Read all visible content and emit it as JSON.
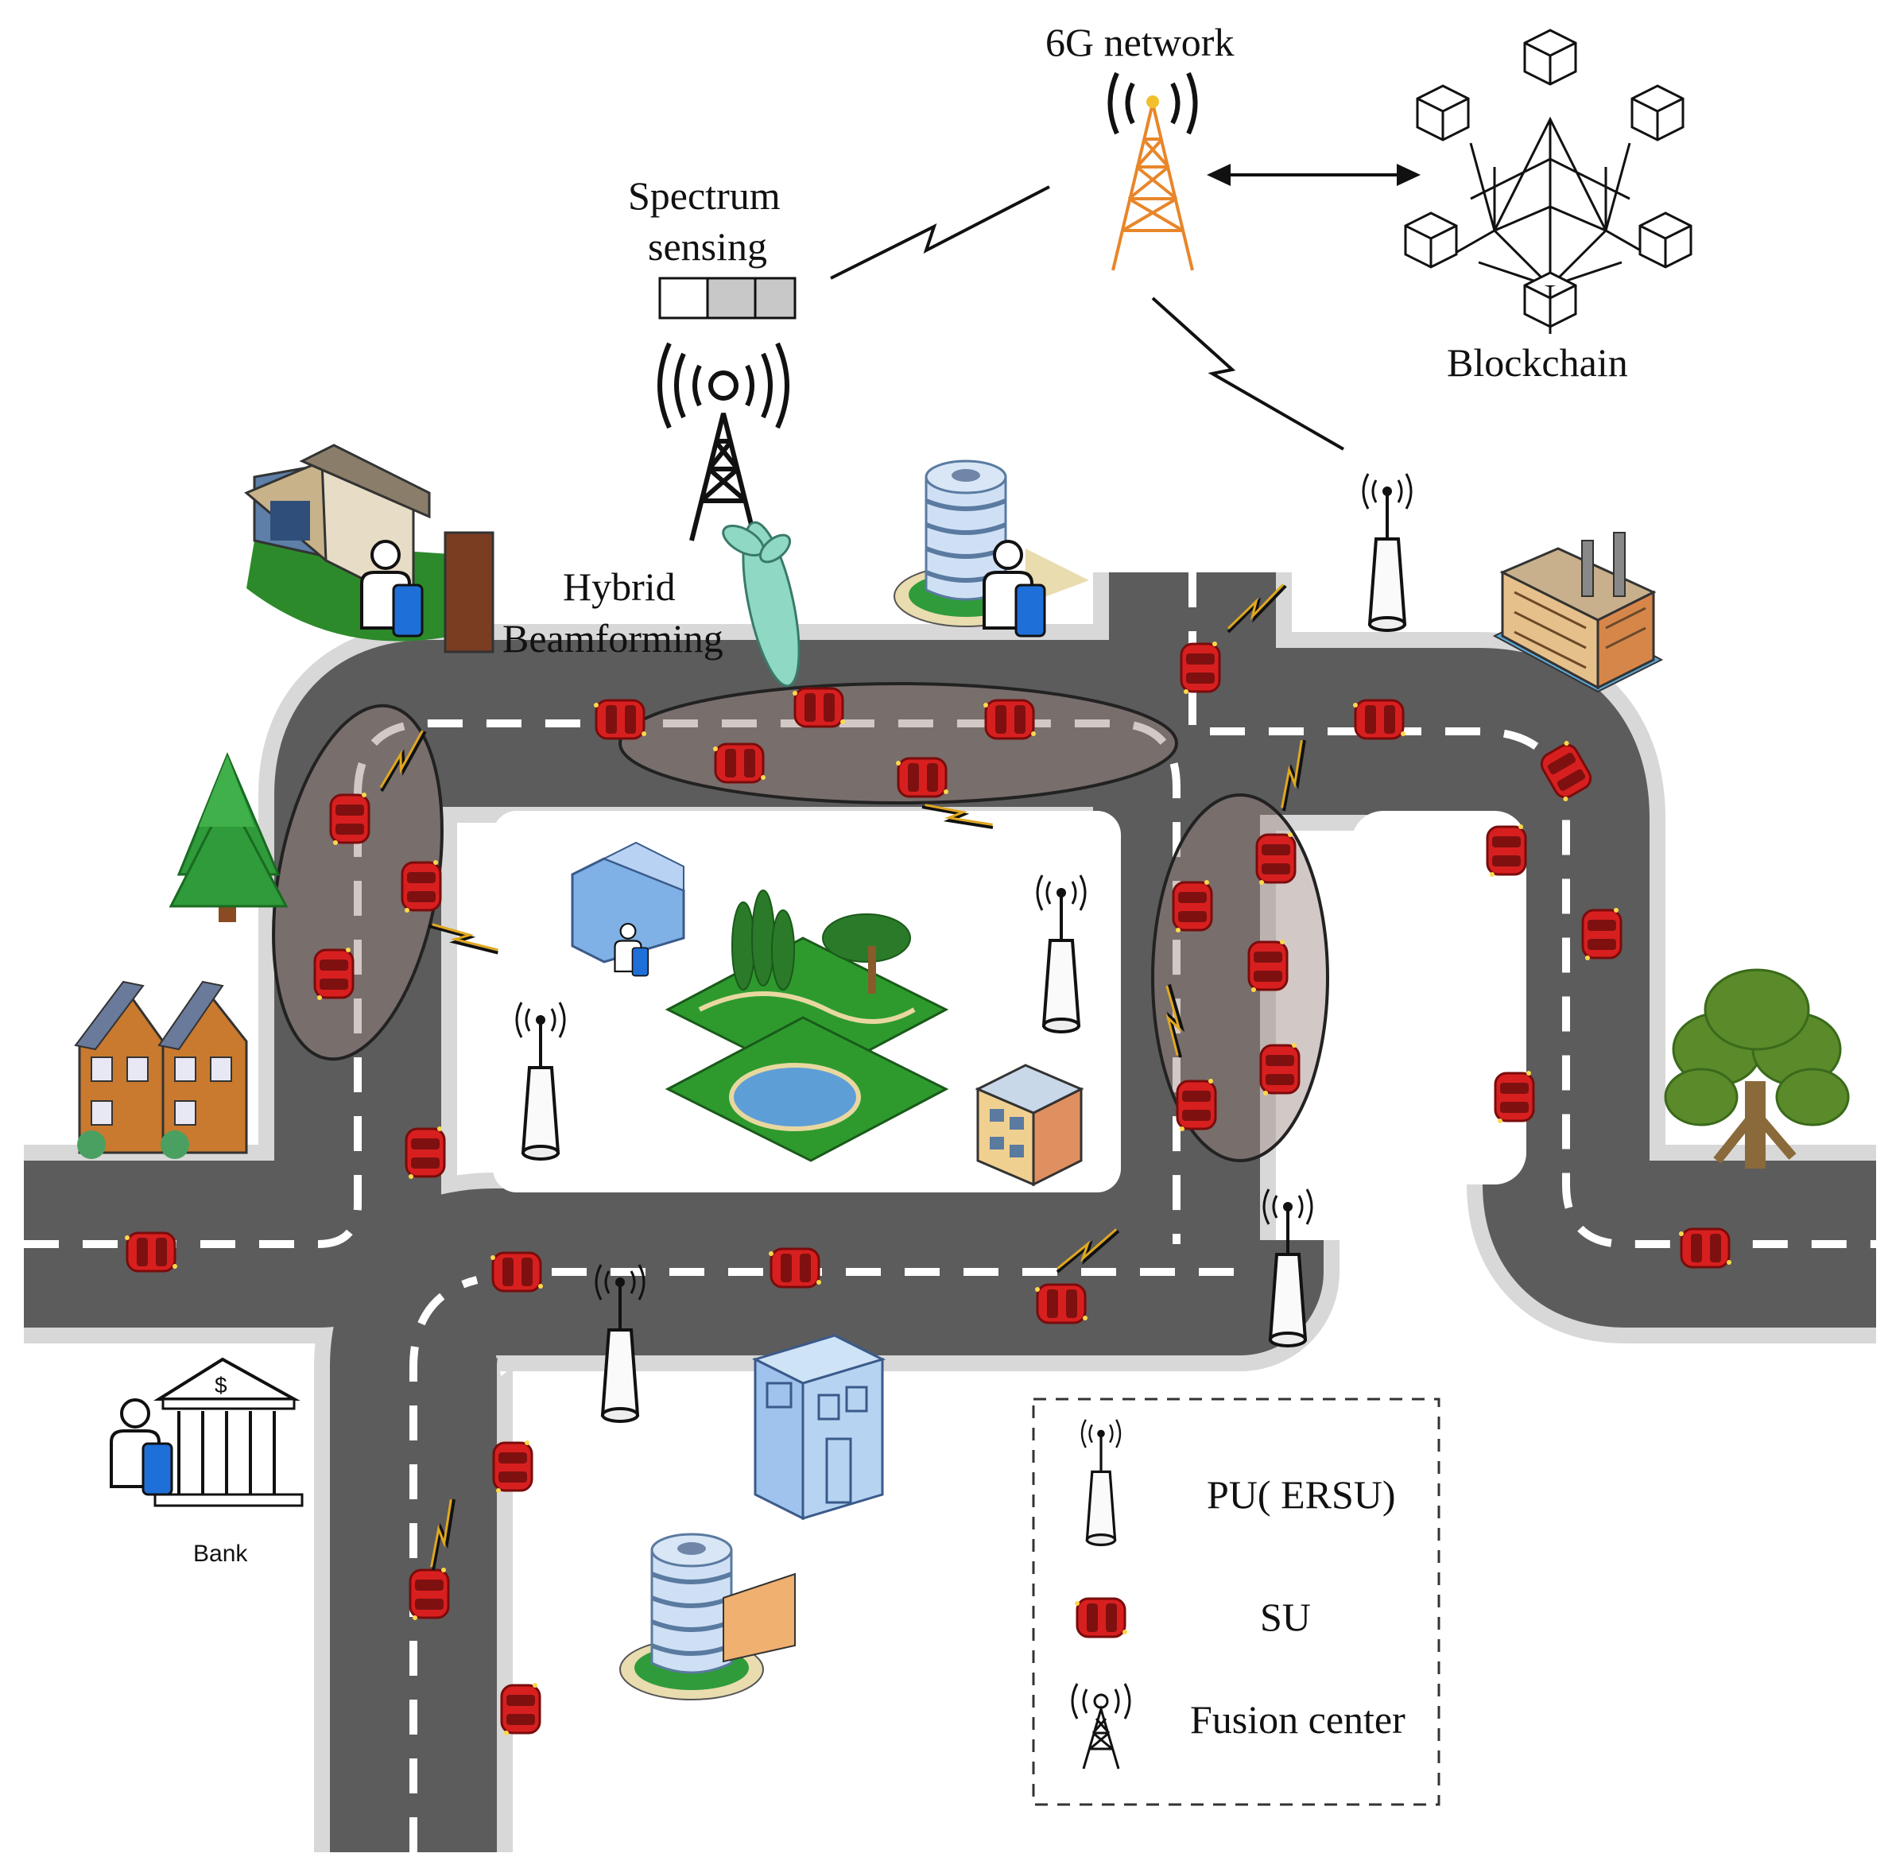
{
  "labels": {
    "network": "6G network",
    "blockchain": "Blockchain",
    "spectrum_line1": "Spectrum",
    "spectrum_line2": "sensing",
    "hybrid_line1": "Hybrid",
    "hybrid_line2": "Beamforming",
    "bank": "Bank"
  },
  "legend": {
    "items": [
      {
        "label": "PU( ERSU)",
        "icon": "roadside-unit-icon"
      },
      {
        "label": "SU",
        "icon": "car-icon"
      },
      {
        "label": "Fusion center",
        "icon": "tower-icon"
      }
    ]
  },
  "colors": {
    "road": "#5c5c5c",
    "road_edge": "#d8d8d8",
    "car": "#d81f1f",
    "cluster": "#9b8580",
    "tower_6g": "#e8862a",
    "lightning_link": "#e0a820",
    "beam": "#8fd9c4",
    "grass": "#3a9a2e"
  }
}
